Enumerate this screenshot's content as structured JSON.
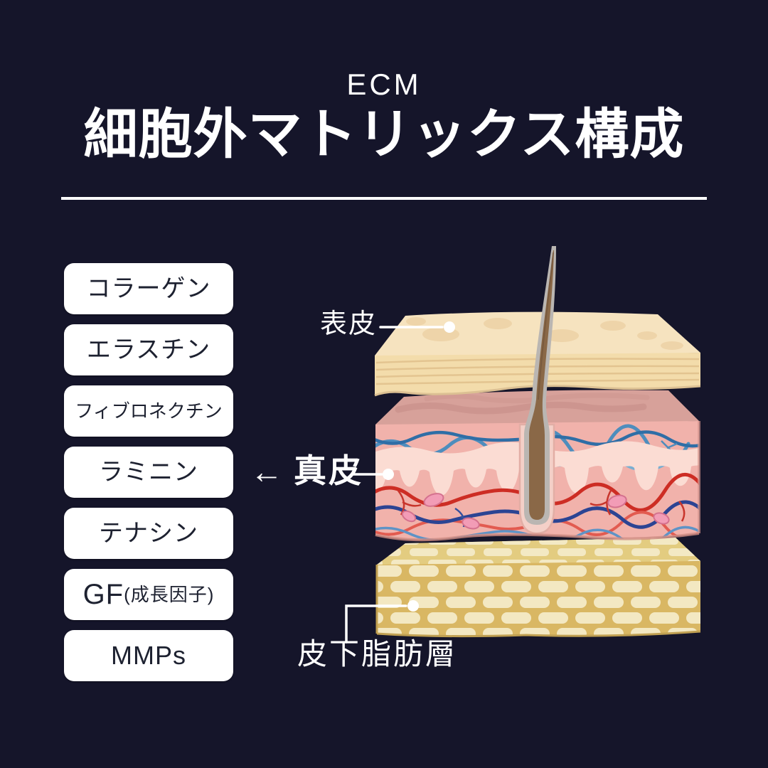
{
  "background_color": "#15152a",
  "header": {
    "eyebrow": "ECM",
    "title": "細胞外マトリックス構成"
  },
  "ecm_components": [
    {
      "label": "コラーゲン"
    },
    {
      "label": "エラスチン"
    },
    {
      "label": "フィブロネクチン"
    },
    {
      "label": "ラミニン"
    },
    {
      "label": "テナシン"
    },
    {
      "label": "GF",
      "suffix": "(成長因子)"
    },
    {
      "label": "MMPs"
    }
  ],
  "skin_diagram": {
    "arrow": "←",
    "labels": {
      "epidermis": "表皮",
      "dermis": "真皮",
      "subcutaneous_fat": "皮下脂肪層"
    },
    "colors": {
      "epidermis_top": "#f6e3bf",
      "epidermis_front": "#f3dcab",
      "dermis_top": "#d7a19a",
      "dermis_front": "#f1b2ab",
      "papillary_band": "#fbdcd3",
      "fat_base": "#d9b763",
      "fat_lobule": "#f3e8c2",
      "vessel_blue": "#4e8dbd",
      "vessel_navy": "#2c4493",
      "vessel_red": "#cd2d24",
      "hair_brown": "#8a6847",
      "hair_sheath_grey": "#bab6b2",
      "label_text": "#ffffff"
    }
  }
}
